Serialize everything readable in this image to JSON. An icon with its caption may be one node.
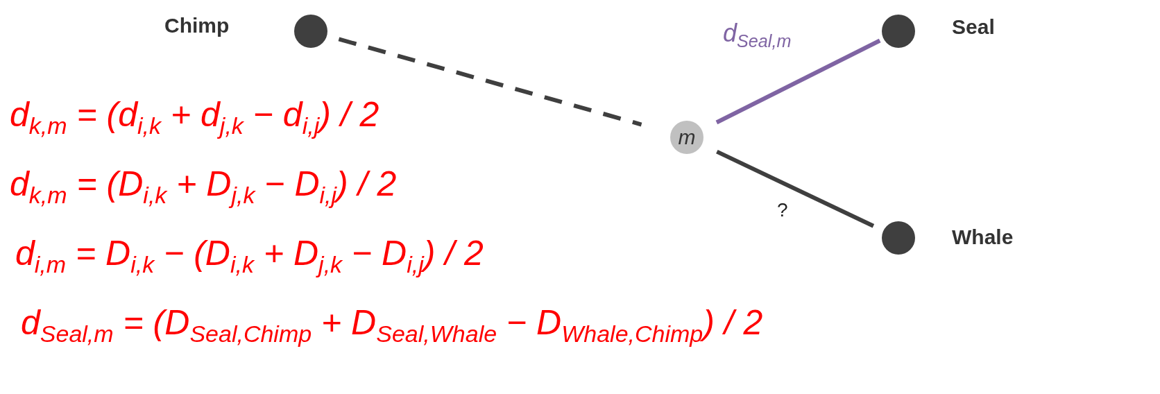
{
  "diagram": {
    "nodes": [
      {
        "text": [],
        "shape": "circle",
        "beside": [
          "Chimp"
        ]
      },
      {
        "text": [
          "m"
        ]
      },
      {
        "text": [],
        "shape": "circle",
        "beside": [
          "Seal"
        ]
      },
      {
        "text": [],
        "shape": "circle",
        "beside": [
          "Whale"
        ]
      }
    ],
    "edges": [
      {
        "from": 0,
        "to": 1,
        "arrow": "none",
        "style": "dashed"
      },
      {
        "from": 1,
        "to": 2,
        "arrow": "none",
        "label": "d$_{Seal,m}$",
        "color": "#7f64a3"
      },
      {
        "from": 1,
        "to": 3,
        "arrow": "none",
        "label": "?"
      }
    ],
    "labels": [
      "d$_{k,m}$ = (d$_{i,k}$ + d$_{j,k}$ − d$_{i,j}$) / 2",
      "d$_{k,m}$ = (D$_{i,k}$ + D$_{j,k}$ − D$_{i,j}$) / 2",
      "d$_{i,m}$ = D$_{i,k}$ − (D$_{i,k}$ + D$_{j,k}$ − D$_{i,j}$) / 2",
      "d$_{Seal,m}$ = (D$_{Seal,Chimp}$ + D$_{Seal,Whale}$ − D$_{Whale,Chimp}$) / 2"
    ]
  }
}
